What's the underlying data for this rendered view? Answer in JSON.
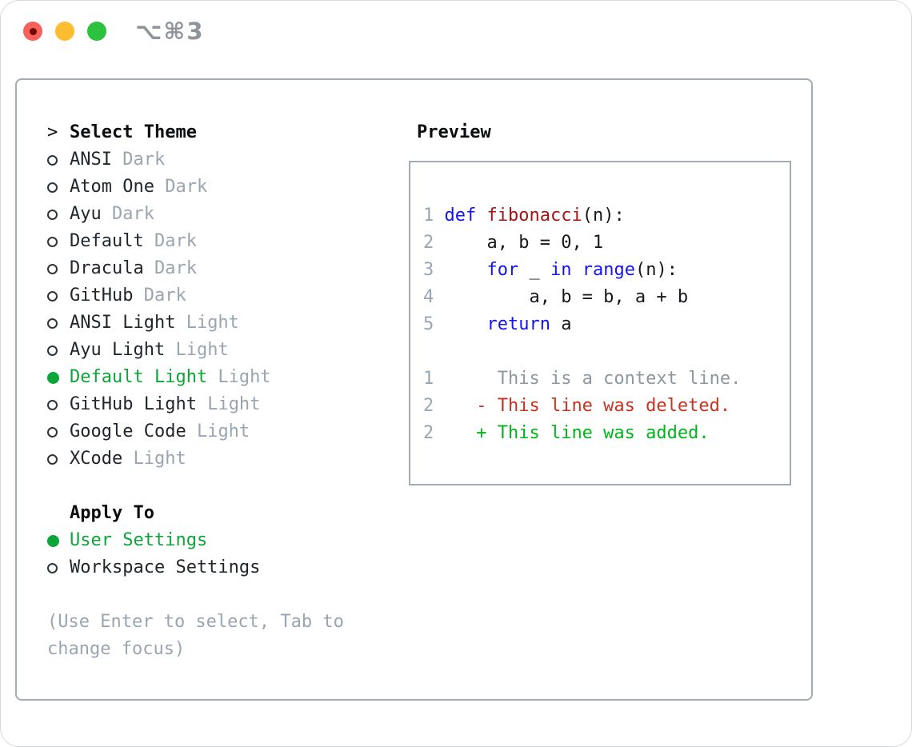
{
  "window": {
    "shortcut_label": "⌥⌘3",
    "traffic_lights": [
      "close",
      "minimize",
      "zoom"
    ]
  },
  "sidebar": {
    "prompt": ">",
    "title": "Select Theme",
    "themes": [
      {
        "name": "ANSI",
        "variant": "Dark",
        "selected": false
      },
      {
        "name": "Atom One",
        "variant": "Dark",
        "selected": false
      },
      {
        "name": "Ayu",
        "variant": "Dark",
        "selected": false
      },
      {
        "name": "Default",
        "variant": "Dark",
        "selected": false
      },
      {
        "name": "Dracula",
        "variant": "Dark",
        "selected": false
      },
      {
        "name": "GitHub",
        "variant": "Dark",
        "selected": false
      },
      {
        "name": "ANSI Light",
        "variant": "Light",
        "selected": false
      },
      {
        "name": "Ayu Light",
        "variant": "Light",
        "selected": false
      },
      {
        "name": "Default Light",
        "variant": "Light",
        "selected": true
      },
      {
        "name": "GitHub Light",
        "variant": "Light",
        "selected": false
      },
      {
        "name": "Google Code",
        "variant": "Light",
        "selected": false
      },
      {
        "name": "XCode",
        "variant": "Light",
        "selected": false
      }
    ],
    "apply_to": {
      "title": "Apply To",
      "options": [
        {
          "name": "User Settings",
          "selected": true
        },
        {
          "name": "Workspace Settings",
          "selected": false
        }
      ]
    },
    "hint_lines": [
      "(Use Enter to select, Tab to",
      "change focus)"
    ]
  },
  "preview": {
    "title": "Preview",
    "lines": [
      {
        "num": "1",
        "tokens": [
          {
            "t": "def",
            "c": "kw"
          },
          {
            "t": " ",
            "c": "plain"
          },
          {
            "t": "fibonacci",
            "c": "fn"
          },
          {
            "t": "(n):",
            "c": "plain"
          }
        ]
      },
      {
        "num": "2",
        "tokens": [
          {
            "t": "    a, b = 0, 1",
            "c": "plain"
          }
        ]
      },
      {
        "num": "3",
        "tokens": [
          {
            "t": "    ",
            "c": "plain"
          },
          {
            "t": "for",
            "c": "kw"
          },
          {
            "t": " _ ",
            "c": "plain"
          },
          {
            "t": "in",
            "c": "kw"
          },
          {
            "t": " ",
            "c": "plain"
          },
          {
            "t": "range",
            "c": "kw"
          },
          {
            "t": "(n):",
            "c": "plain"
          }
        ]
      },
      {
        "num": "4",
        "tokens": [
          {
            "t": "        a, b = b, a + b",
            "c": "plain"
          }
        ]
      },
      {
        "num": "5",
        "tokens": [
          {
            "t": "    ",
            "c": "plain"
          },
          {
            "t": "return",
            "c": "kw"
          },
          {
            "t": " a",
            "c": "plain"
          }
        ]
      },
      {
        "num": "",
        "tokens": []
      },
      {
        "num": "1",
        "tokens": [
          {
            "t": "     This is a context line.",
            "c": "ctx"
          }
        ]
      },
      {
        "num": "2",
        "tokens": [
          {
            "t": "   - This line was deleted.",
            "c": "del"
          }
        ]
      },
      {
        "num": "2",
        "tokens": [
          {
            "t": "   + This line was added.",
            "c": "add"
          }
        ]
      }
    ]
  },
  "colors": {
    "accent-green": "#0ca53a",
    "kw-blue": "#1414f0",
    "fn-red": "#a31515",
    "del-red": "#c9321f",
    "add-green": "#00b51c",
    "muted": "#9aa5b2",
    "ink": "#21262c",
    "border-gray": "#a3abb4"
  }
}
